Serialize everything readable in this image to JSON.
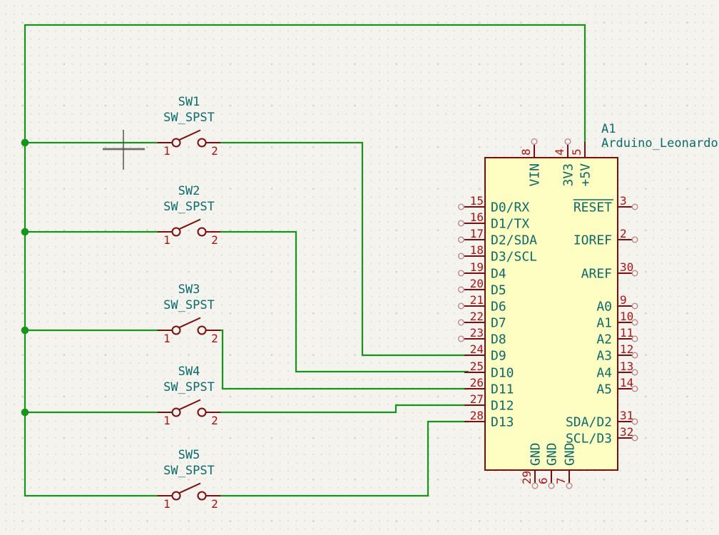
{
  "colors": {
    "background": "#f4f3ee",
    "wire": "#17941a",
    "symbol_outline": "#7f0d0d",
    "pin_number": "#b01212",
    "text_teal": "#0b6b6b",
    "body_fill": "#fffec2",
    "pin_end_circle": "#c08585",
    "cursor": "#5a5a5a"
  },
  "arduino": {
    "reference": "A1",
    "value": "Arduino_Leonardo",
    "left_pins": [
      {
        "number": "15",
        "name": "D0/RX",
        "connected": false
      },
      {
        "number": "16",
        "name": "D1/TX",
        "connected": false
      },
      {
        "number": "17",
        "name": "D2/SDA",
        "connected": false
      },
      {
        "number": "18",
        "name": "D3/SCL",
        "connected": false
      },
      {
        "number": "19",
        "name": "D4",
        "connected": false
      },
      {
        "number": "20",
        "name": "D5",
        "connected": false
      },
      {
        "number": "21",
        "name": "D6",
        "connected": false
      },
      {
        "number": "22",
        "name": "D7",
        "connected": false
      },
      {
        "number": "23",
        "name": "D8",
        "connected": false
      },
      {
        "number": "24",
        "name": "D9",
        "connected": true
      },
      {
        "number": "25",
        "name": "D10",
        "connected": true
      },
      {
        "number": "26",
        "name": "D11",
        "connected": true
      },
      {
        "number": "27",
        "name": "D12",
        "connected": true
      },
      {
        "number": "28",
        "name": "D13",
        "connected": true
      }
    ],
    "right_pins": [
      {
        "number": "3",
        "name": "RESET",
        "overline": true
      },
      {
        "number": "2",
        "name": "IOREF",
        "overline": false
      },
      {
        "number": "30",
        "name": "AREF",
        "overline": false
      },
      {
        "number": "9",
        "name": "A0",
        "overline": false
      },
      {
        "number": "10",
        "name": "A1",
        "overline": false
      },
      {
        "number": "11",
        "name": "A2",
        "overline": false
      },
      {
        "number": "12",
        "name": "A3",
        "overline": false
      },
      {
        "number": "13",
        "name": "A4",
        "overline": false
      },
      {
        "number": "14",
        "name": "A5",
        "overline": false
      },
      {
        "number": "31",
        "name": "SDA/D2",
        "overline": false
      },
      {
        "number": "32",
        "name": "SCL/D3",
        "overline": false
      }
    ],
    "top_pins": [
      {
        "number": "8",
        "name": "VIN",
        "connected": false
      },
      {
        "number": "4",
        "name": "3V3",
        "connected": false
      },
      {
        "number": "5",
        "name": "+5V",
        "connected": true
      }
    ],
    "bottom_pins": [
      {
        "number": "29",
        "name": "GND",
        "connected": false
      },
      {
        "number": "6",
        "name": "GND",
        "connected": false
      },
      {
        "number": "7",
        "name": "GND",
        "connected": false
      }
    ]
  },
  "switches": [
    {
      "reference": "SW1",
      "value": "SW_SPST",
      "pin_numbers": [
        "1",
        "2"
      ]
    },
    {
      "reference": "SW2",
      "value": "SW_SPST",
      "pin_numbers": [
        "1",
        "2"
      ]
    },
    {
      "reference": "SW3",
      "value": "SW_SPST",
      "pin_numbers": [
        "1",
        "2"
      ]
    },
    {
      "reference": "SW4",
      "value": "SW_SPST",
      "pin_numbers": [
        "1",
        "2"
      ]
    },
    {
      "reference": "SW5",
      "value": "SW_SPST",
      "pin_numbers": [
        "1",
        "2"
      ]
    }
  ]
}
